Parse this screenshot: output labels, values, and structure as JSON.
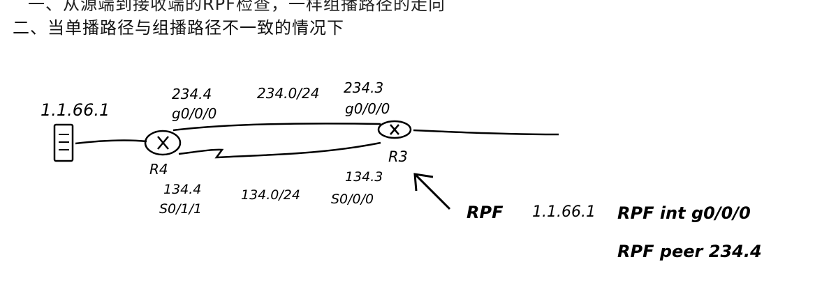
{
  "previous_line": "一、从源端到接收端的RPF检查，一样组播路径的走向",
  "heading": "二、当单播路径与组播路径不一致的情况下",
  "diagram": {
    "source_ip": "1.1.66.1",
    "r4": {
      "label": "R4",
      "top_ip": "234.4",
      "top_if": "g0/0/0",
      "bottom_ip": "134.4",
      "bottom_if": "S0/1/1"
    },
    "r3": {
      "label": "R3",
      "top_ip": "234.3",
      "top_if": "g0/0/0",
      "bottom_ip": "134.3",
      "bottom_if": "S0/0/0"
    },
    "top_network": "234.0/24",
    "bottom_network": "134.0/24",
    "rpf_note": {
      "line1_a": "RPF",
      "line1_b": "1.1.66.1",
      "line1_c": "RPF int g0/0/0",
      "line2": "RPF peer 234.4"
    }
  }
}
